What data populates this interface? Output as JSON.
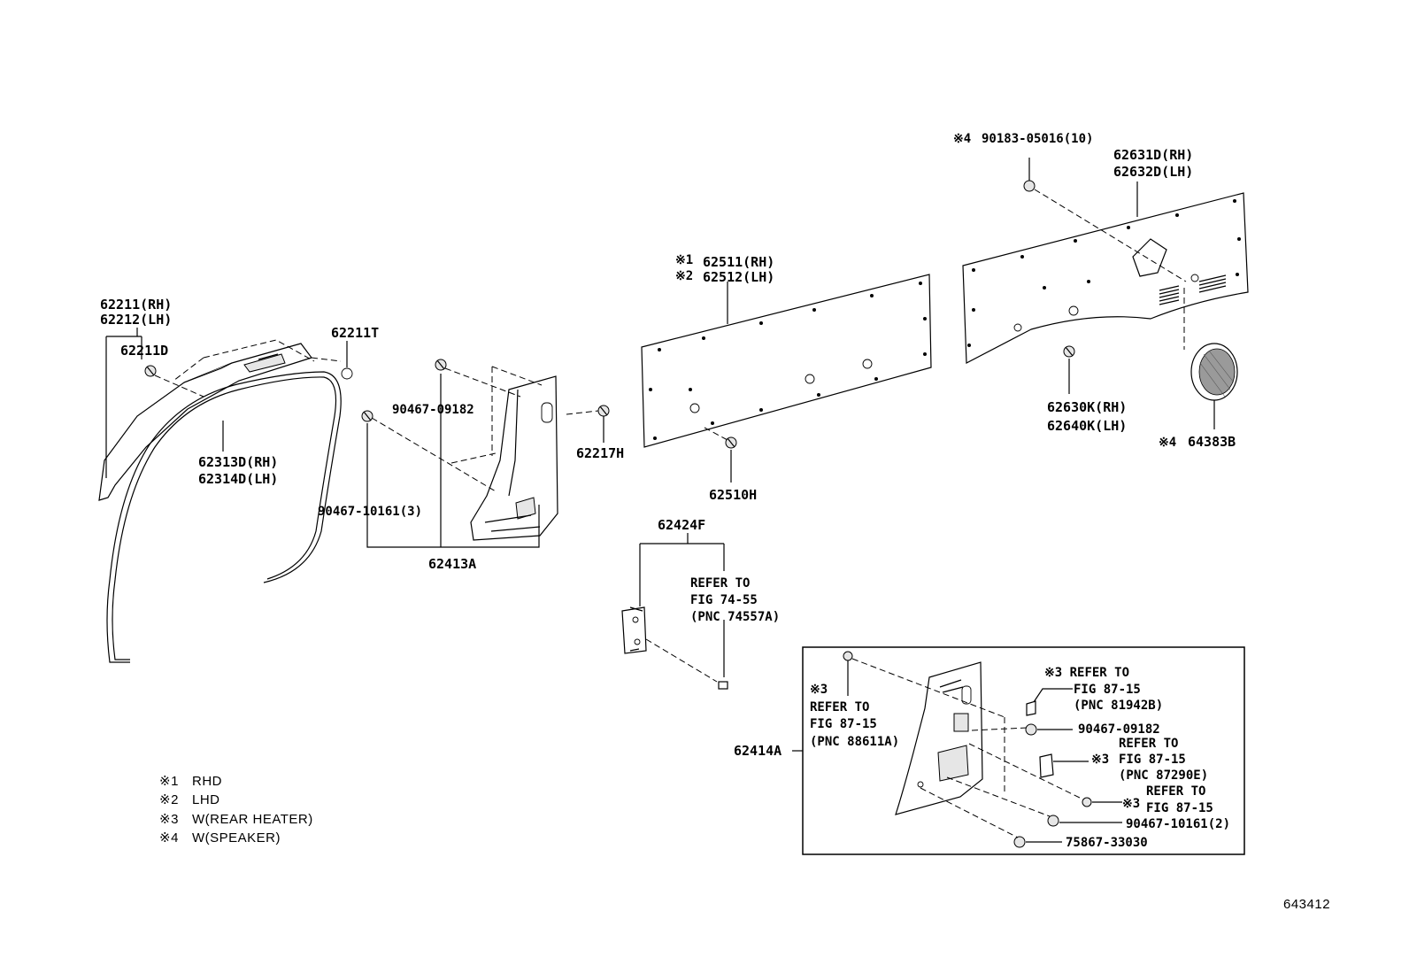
{
  "diagram_id": "643412",
  "labels": {
    "p62211_rh": "62211(RH)",
    "p62212_lh": "62212(LH)",
    "p62211D": "62211D",
    "p62211T": "62211T",
    "p62313D_rh": "62313D(RH)",
    "p62314D_lh": "62314D(LH)",
    "p90467_09182_a": "90467-09182",
    "p90467_10161_3": "90467-10161(3)",
    "p62413A": "62413A",
    "p62217H": "62217H",
    "p62511_rh": "62511(RH)",
    "p62512_lh": "62512(LH)",
    "mark1": "※1",
    "mark2": "※2",
    "p62510H": "62510H",
    "p62424F": "62424F",
    "mark4_top": "※4",
    "p90183": "90183-05016(10)",
    "p62631D_rh": "62631D(RH)",
    "p62632D_lh": "62632D(LH)",
    "p62630K_rh": "62630K(RH)",
    "p62640K_lh": "62640K(LH)",
    "mark4_speaker": "※4",
    "p64383B": "64383B",
    "p62414A": "62414A",
    "p90467_09182_b": "90467-09182",
    "p90467_10161_2": "90467-10161(2)",
    "p75867_33030": "75867-33030"
  },
  "refers": {
    "refer_74": [
      "REFER TO",
      "FIG 74-55",
      "(PNC 74557A)"
    ],
    "refer_88611": [
      "※3",
      "REFER TO",
      "FIG 87-15",
      "(PNC 88611A)"
    ],
    "refer_81942": [
      "※3 REFER TO",
      "FIG 87-15",
      "(PNC 81942B)"
    ],
    "refer_87290": [
      "REFER TO",
      "FIG 87-15",
      "(PNC 87290E)"
    ],
    "refer_87290_mark": "※3",
    "refer_last_mark": "※3",
    "refer_last": [
      "REFER TO",
      "FIG 87-15"
    ]
  },
  "legend": [
    {
      "mark": "※1",
      "text": "RHD"
    },
    {
      "mark": "※2",
      "text": "LHD"
    },
    {
      "mark": "※3",
      "text": "W(REAR HEATER)"
    },
    {
      "mark": "※4",
      "text": "W(SPEAKER)"
    }
  ]
}
